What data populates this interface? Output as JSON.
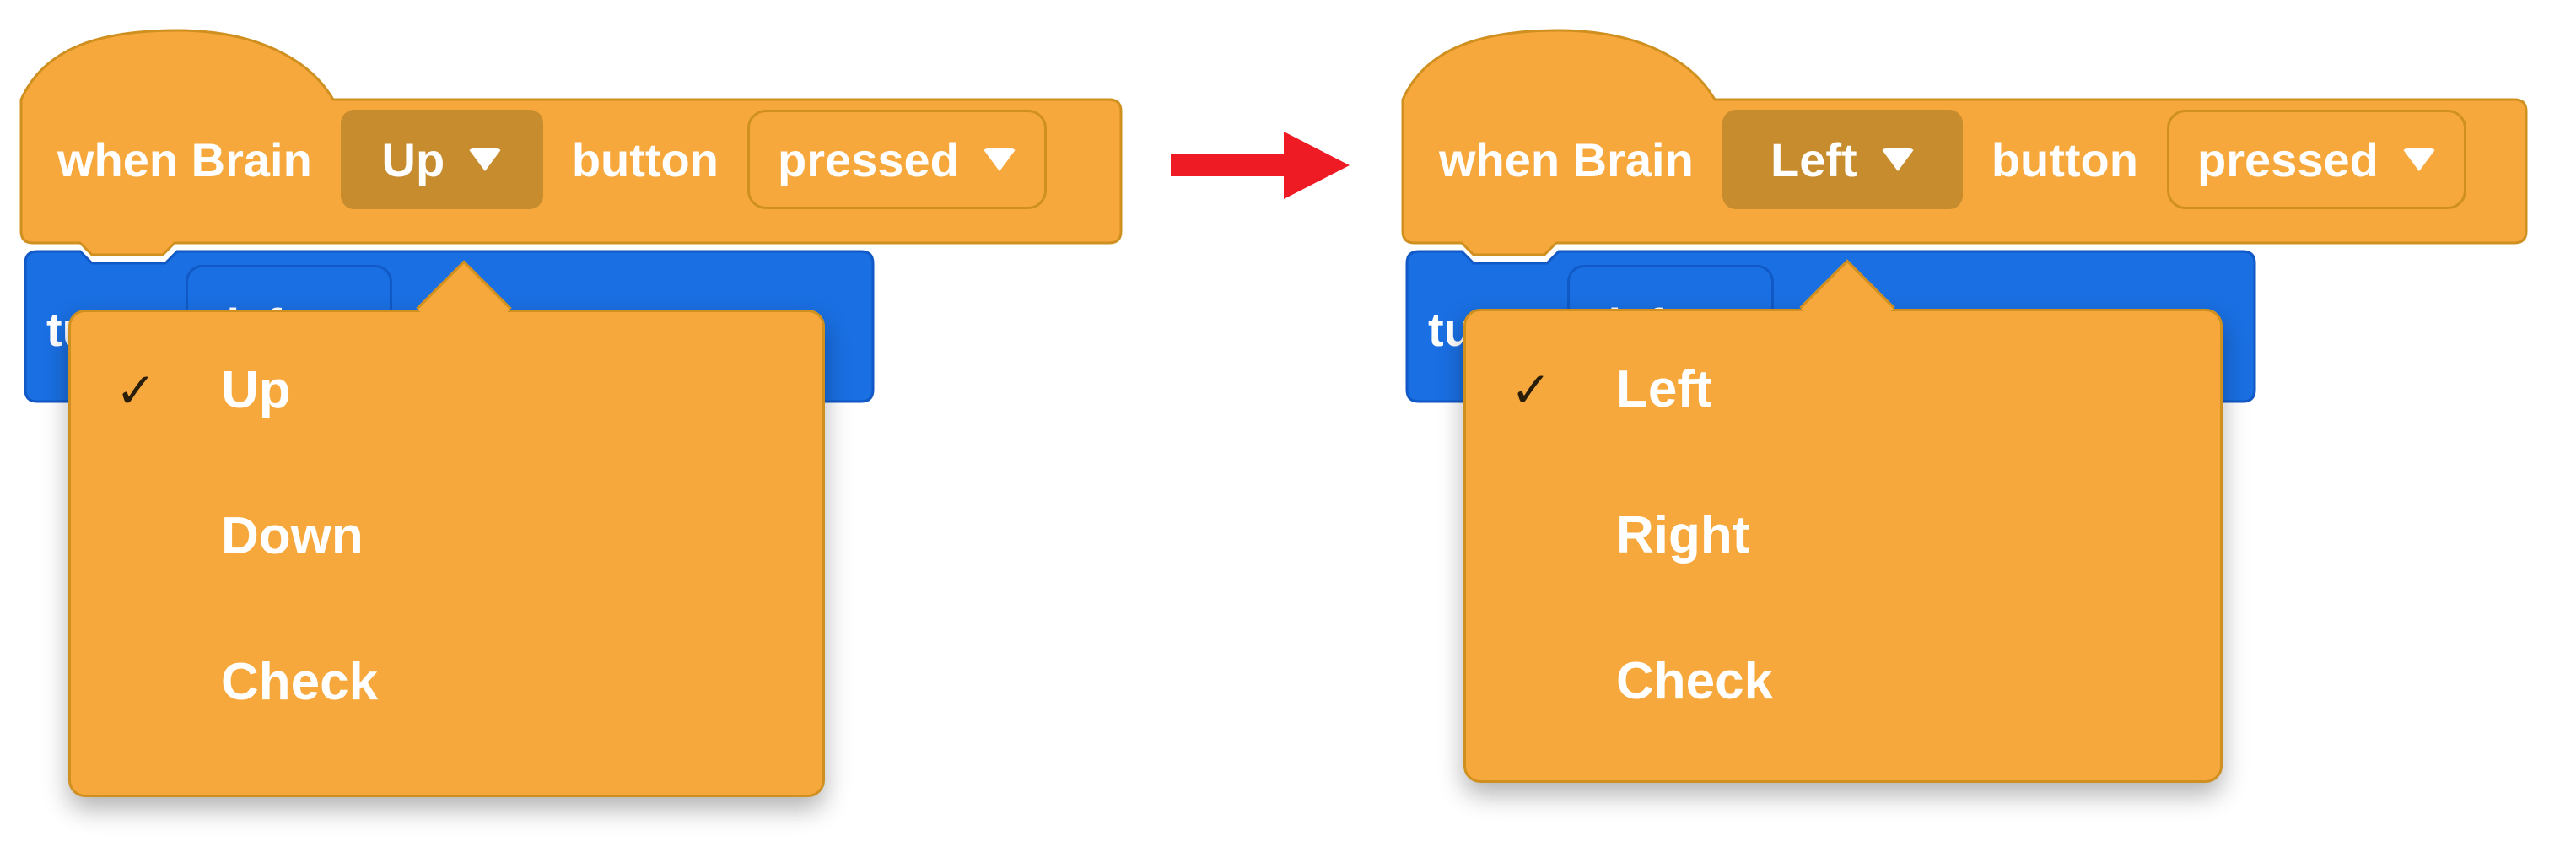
{
  "colors": {
    "block_fill": "#F6A83C",
    "block_border": "#CF9020",
    "dropdown_selected_fill": "#C78C2E",
    "motion_fill": "#1A6FE2",
    "motion_border": "#1159C6",
    "arrow_red": "#EE1B24",
    "check_color": "#2B1E08",
    "text_white": "#FFFFFF"
  },
  "glyphs": {
    "check": "✓"
  },
  "before": {
    "hat_block": {
      "text_when": "when Brain",
      "button_select": "Up",
      "text_button": "button",
      "state_select": "pressed"
    },
    "turn_block": {
      "label": "turn",
      "direction_select": "left"
    },
    "dropdown_menu": {
      "items": [
        {
          "label": "Up",
          "checked": true
        },
        {
          "label": "Down",
          "checked": false
        },
        {
          "label": "Check",
          "checked": false
        }
      ]
    }
  },
  "after": {
    "hat_block": {
      "text_when": "when Brain",
      "button_select": "Left",
      "text_button": "button",
      "state_select": "pressed"
    },
    "turn_block": {
      "label": "turn",
      "direction_select": "left"
    },
    "dropdown_menu": {
      "items": [
        {
          "label": "Left",
          "checked": true
        },
        {
          "label": "Right",
          "checked": false
        },
        {
          "label": "Check",
          "checked": false
        }
      ]
    }
  }
}
